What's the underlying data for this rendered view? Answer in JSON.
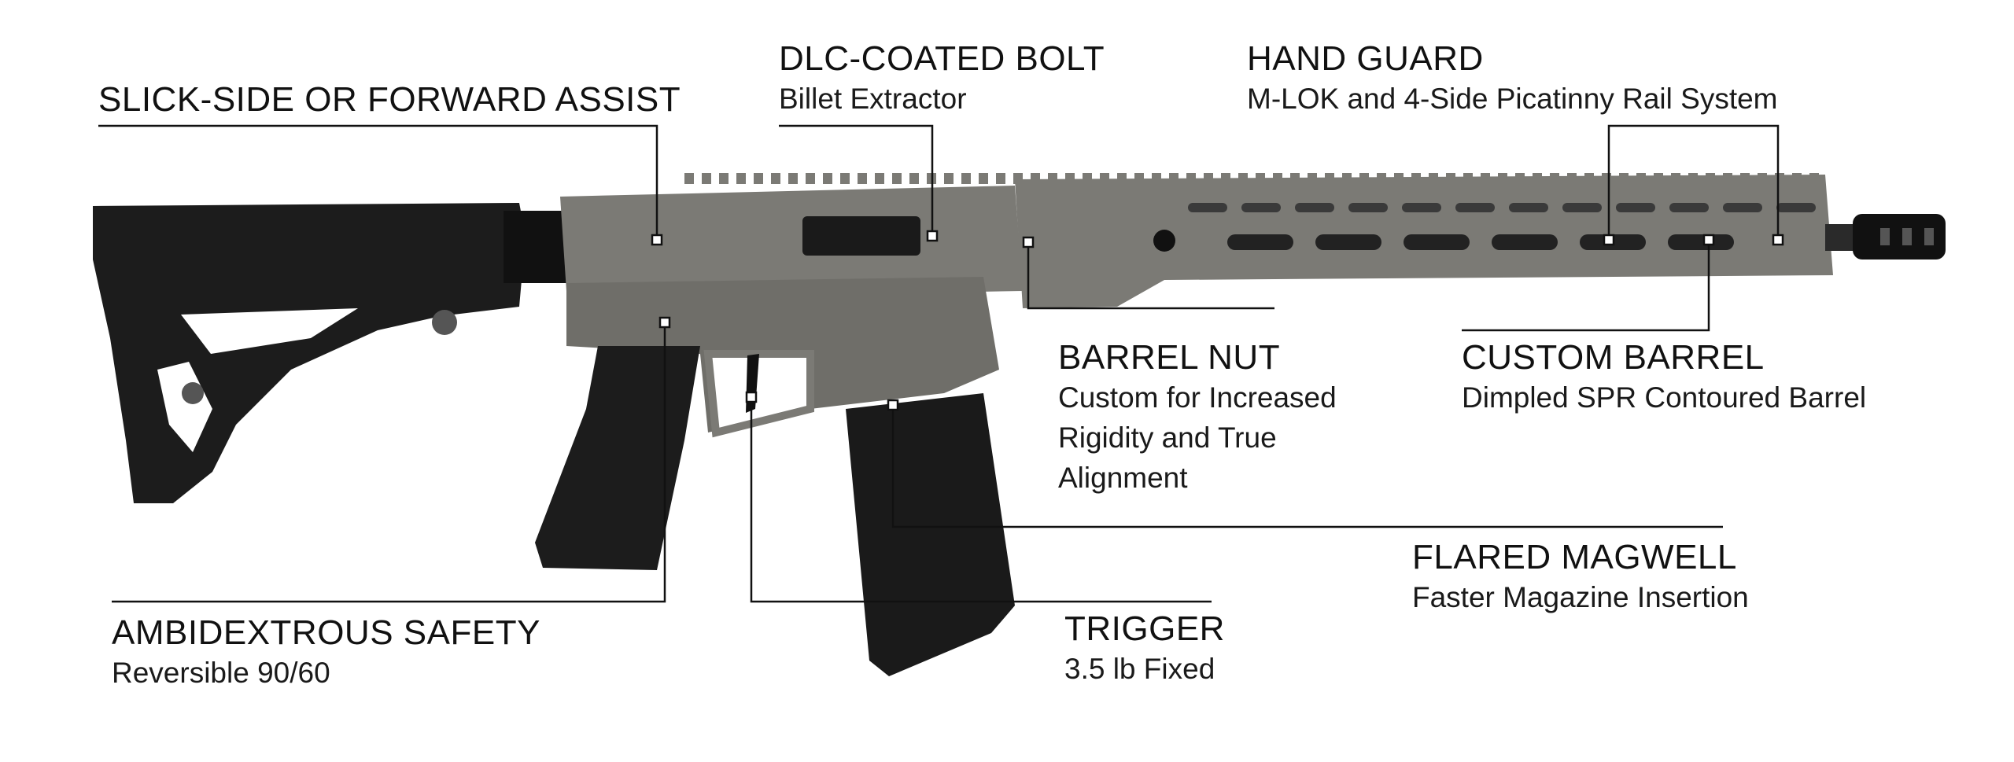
{
  "callouts": {
    "forward_assist": {
      "title": "SLICK-SIDE OR FORWARD ASSIST"
    },
    "bolt": {
      "title": "DLC-COATED BOLT",
      "subtitle": "Billet Extractor"
    },
    "hand_guard": {
      "title": "HAND GUARD",
      "subtitle": "M-LOK and 4-Side Picatinny Rail System"
    },
    "barrel_nut": {
      "title": "BARREL NUT",
      "lines": [
        "Custom for Increased",
        "Rigidity and True",
        "Alignment"
      ]
    },
    "custom_barrel": {
      "title": "CUSTOM BARREL",
      "subtitle": "Dimpled SPR Contoured Barrel"
    },
    "magwell": {
      "title": "FLARED MAGWELL",
      "subtitle": "Faster Magazine Insertion"
    },
    "safety": {
      "title": "AMBIDEXTROUS SAFETY",
      "subtitle": "Reversible 90/60"
    },
    "trigger": {
      "title": "TRIGGER",
      "subtitle": "3.5 lb Fixed"
    }
  },
  "colors": {
    "receiver": "#7b7a75",
    "receiver_dark": "#5f5e5a",
    "furniture": "#1c1c1c",
    "leader_line": "#111111",
    "background": "#ffffff"
  }
}
